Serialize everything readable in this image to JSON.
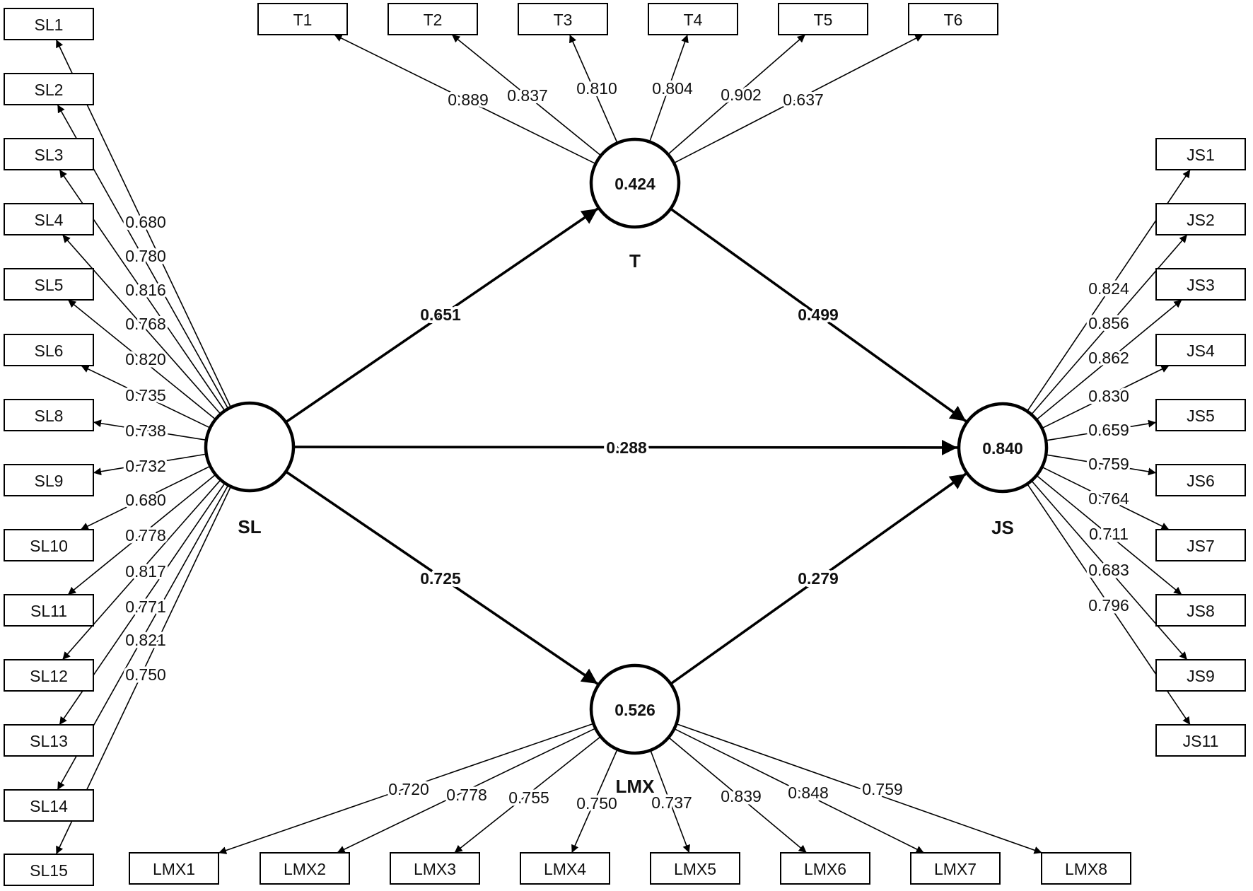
{
  "constructs": [
    {
      "id": "SL",
      "name": "SL",
      "r_squared": ""
    },
    {
      "id": "T",
      "name": "T",
      "r_squared": "0.424"
    },
    {
      "id": "LMX",
      "name": "LMX",
      "r_squared": "0.526"
    },
    {
      "id": "JS",
      "name": "JS",
      "r_squared": "0.840"
    }
  ],
  "paths": [
    {
      "from": "SL",
      "to": "T",
      "coefficient": "0.651"
    },
    {
      "from": "T",
      "to": "JS",
      "coefficient": "0.499"
    },
    {
      "from": "SL",
      "to": "JS",
      "coefficient": "0.288"
    },
    {
      "from": "SL",
      "to": "LMX",
      "coefficient": "0.725"
    },
    {
      "from": "LMX",
      "to": "JS",
      "coefficient": "0.279"
    }
  ],
  "loadings": {
    "SL": [
      {
        "indicator": "SL1",
        "loading": "0.680"
      },
      {
        "indicator": "SL2",
        "loading": "0.780"
      },
      {
        "indicator": "SL3",
        "loading": "0.816"
      },
      {
        "indicator": "SL4",
        "loading": "0.768"
      },
      {
        "indicator": "SL5",
        "loading": "0.820"
      },
      {
        "indicator": "SL6",
        "loading": "0.735"
      },
      {
        "indicator": "SL8",
        "loading": "0.738"
      },
      {
        "indicator": "SL9",
        "loading": "0.732"
      },
      {
        "indicator": "SL10",
        "loading": "0.680"
      },
      {
        "indicator": "SL11",
        "loading": "0.778"
      },
      {
        "indicator": "SL12",
        "loading": "0.817"
      },
      {
        "indicator": "SL13",
        "loading": "0.771"
      },
      {
        "indicator": "SL14",
        "loading": "0.821"
      },
      {
        "indicator": "SL15",
        "loading": "0.750"
      }
    ],
    "T": [
      {
        "indicator": "T1",
        "loading": "0.889"
      },
      {
        "indicator": "T2",
        "loading": "0.837"
      },
      {
        "indicator": "T3",
        "loading": "0.810"
      },
      {
        "indicator": "T4",
        "loading": "0.804"
      },
      {
        "indicator": "T5",
        "loading": "0.902"
      },
      {
        "indicator": "T6",
        "loading": "0.637"
      }
    ],
    "LMX": [
      {
        "indicator": "LMX1",
        "loading": "0.720"
      },
      {
        "indicator": "LMX2",
        "loading": "0.778"
      },
      {
        "indicator": "LMX3",
        "loading": "0.755"
      },
      {
        "indicator": "LMX4",
        "loading": "0.750"
      },
      {
        "indicator": "LMX5",
        "loading": "0.737"
      },
      {
        "indicator": "LMX6",
        "loading": "0.839"
      },
      {
        "indicator": "LMX7",
        "loading": "0.848"
      },
      {
        "indicator": "LMX8",
        "loading": "0.759"
      }
    ],
    "JS": [
      {
        "indicator": "JS1",
        "loading": "0.824"
      },
      {
        "indicator": "JS2",
        "loading": "0.856"
      },
      {
        "indicator": "JS3",
        "loading": "0.862"
      },
      {
        "indicator": "JS4",
        "loading": "0.830"
      },
      {
        "indicator": "JS5",
        "loading": "0.659"
      },
      {
        "indicator": "JS6",
        "loading": "0.759"
      },
      {
        "indicator": "JS7",
        "loading": "0.764"
      },
      {
        "indicator": "JS8",
        "loading": "0.711"
      },
      {
        "indicator": "JS9",
        "loading": "0.683"
      },
      {
        "indicator": "JS11",
        "loading": "0.796"
      }
    ]
  }
}
